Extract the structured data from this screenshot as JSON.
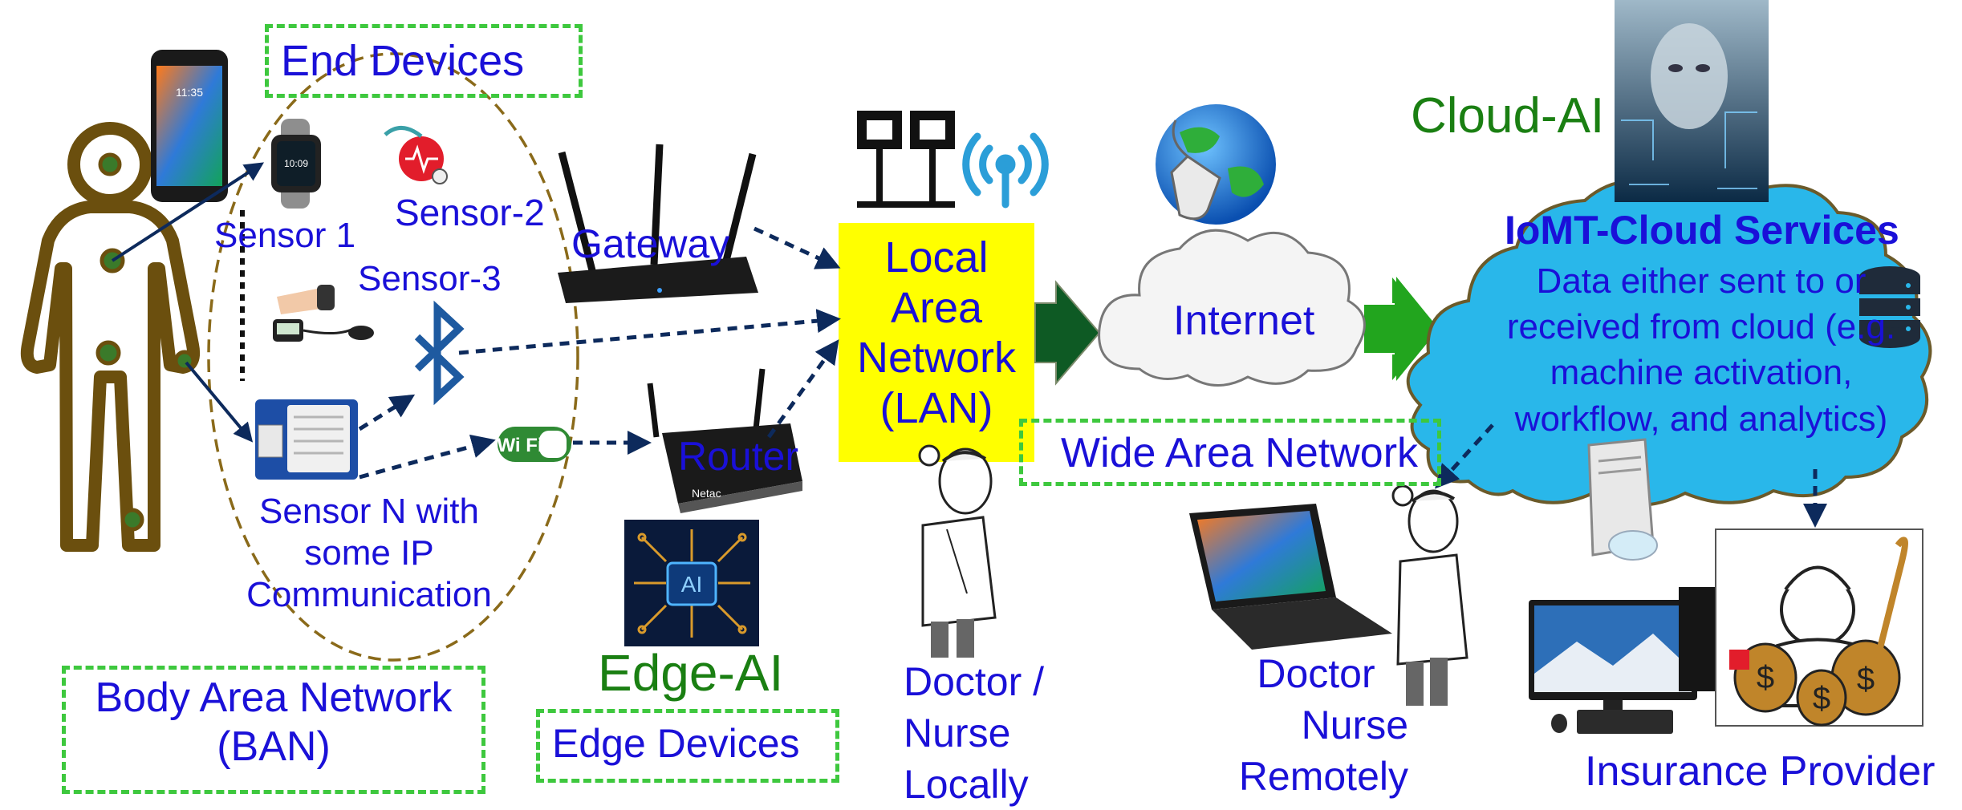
{
  "labels": {
    "end_devices": "End Devices",
    "sensor1": "Sensor 1",
    "sensor2": "Sensor-2",
    "sensor3": "Sensor-3",
    "sensorN": [
      "Sensor N with",
      "some IP",
      "Communication"
    ],
    "ban": [
      "Body Area Network",
      "(BAN)"
    ],
    "gateway": "Gateway",
    "router": "Router",
    "edge_ai": "Edge-AI",
    "edge_devices": "Edge Devices",
    "lan": [
      "Local",
      "Area",
      "Network",
      "(LAN)"
    ],
    "internet": "Internet",
    "wan": "Wide Area Network",
    "cloud_ai": "Cloud-AI",
    "iomt_title": "IoMT-Cloud Services",
    "iomt_desc": [
      "Data either sent to or",
      "received from cloud (e.g.",
      "machine activation,",
      "workflow, and analytics)"
    ],
    "doctor_local": [
      "Doctor /",
      "Nurse",
      "Locally"
    ],
    "doctor_remote": [
      "Doctor",
      "Nurse",
      "Remotely"
    ],
    "insurance": "Insurance Provider",
    "watch_time": "10:09",
    "phone_time": "11:35",
    "ai_chip": "AI",
    "wifi": "Wi Fi",
    "router_brand": "Netac"
  },
  "colors": {
    "label_blue": "#1a10d8",
    "label_green": "#1a7f12",
    "dashed_box": "#3ec83e",
    "lan_fill": "#ffff00",
    "cloud_fill": "#29b7ea",
    "arrow_dark": "#0d2a5c",
    "arrow_green_dark": "#0e5a24",
    "arrow_green_bright": "#22a51e",
    "ban_ellipse": "#8a6a1a"
  },
  "icons": [
    "human-body-icon",
    "smartphone-icon",
    "smartwatch-icon",
    "heart-sensor-icon",
    "blood-pressure-cuff-icon",
    "temperature-sensor-module-icon",
    "bluetooth-icon",
    "wifi-icon",
    "gateway-router-icon",
    "router-icon",
    "ai-chip-icon",
    "computer-network-icon",
    "wireless-signal-icon",
    "globe-mouse-icon",
    "cloud-icon",
    "database-icon",
    "server-icon",
    "laptop-icon",
    "desktop-computer-icon",
    "doctor-icon",
    "insurance-doctor-icon",
    "cyber-face-icon"
  ]
}
